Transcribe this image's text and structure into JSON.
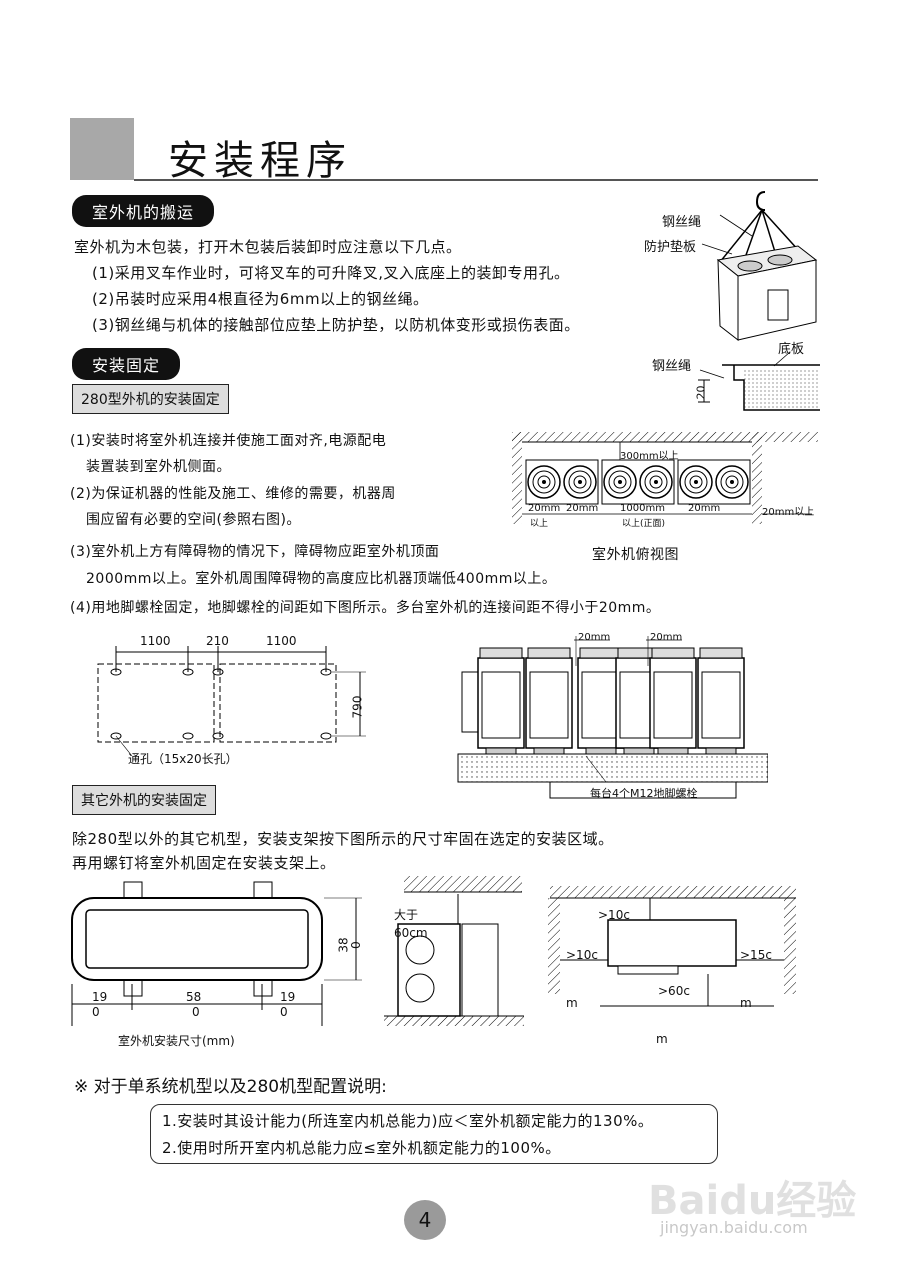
{
  "header": {
    "title": "安装程序"
  },
  "section1": {
    "pill": "室外机的搬运",
    "intro": "室外机为木包装，打开木包装后装卸时应注意以下几点。",
    "items": [
      "(1)采用叉车作业时，可将叉车的可升降叉,叉入底座上的装卸专用孔。",
      "(2)吊装时应采用4根直径为6mm以上的钢丝绳。",
      "(3)钢丝绳与机体的接触部位应垫上防护垫，以防机体变形或损伤表面。"
    ],
    "fig": {
      "label_rope": "钢丝绳",
      "label_pad": "防护垫板",
      "label_rope2": "钢丝绳",
      "label_base": "底板",
      "dim": "20"
    }
  },
  "section2": {
    "pill": "安装固定",
    "sub280": "280型外机的安装固定",
    "items": [
      "(1)安装时将室外机连接并使施工面对齐,电源配电",
      "装置装到室外机侧面。",
      "(2)为保证机器的性能及施工、维修的需要，机器周",
      "围应留有必要的空间(参照右图)。",
      "(3)室外机上方有障碍物的情况下，障碍物应距室外机顶面",
      "2000mm以上。室外机周围障碍物的高度应比机器顶端低400mm以上。",
      "(4)用地脚螺栓固定，地脚螺栓的间距如下图所示。多台室外机的连接间距不得小于20mm。"
    ],
    "topview": {
      "caption": "室外机俯视图",
      "dims": [
        "300mm以上",
        "20mm",
        "以上",
        "20mm",
        "1000mm",
        "以上(正面)",
        "20mm",
        "20mm以上"
      ]
    },
    "bolt": {
      "dims": [
        "1100",
        "210",
        "1100"
      ],
      "height": "790",
      "hole": "通孔（15x20长孔）"
    },
    "units": {
      "gaps": [
        "20mm",
        "20mm"
      ],
      "caption": "每台4个M12地脚螺栓"
    }
  },
  "section3": {
    "sub_other": "其它外机的安装固定",
    "lines": [
      "除280型以外的其它机型，安装支架按下图所示的尺寸牢固在选定的安装区域。",
      "再用螺钉将室外机固定在安装支架上。"
    ],
    "bracket": {
      "h1": "38",
      "h2": "0",
      "w": [
        "19",
        "0",
        "58",
        "0",
        "19",
        "0"
      ],
      "caption": "室外机安装尺寸(mm)"
    },
    "side": {
      "label1": "大于",
      "label2": "60cm"
    },
    "clear": {
      "top": ">10c",
      "left": ">10c",
      "right": ">15c",
      "bottom": ">60c",
      "m1": "m",
      "m2": "m",
      "m3": "m"
    }
  },
  "note": {
    "title": "※ 对于单系统机型以及280机型配置说明:",
    "items": [
      "1.安装时其设计能力(所连室内机总能力)应＜室外机额定能力的130%。",
      "2.使用时所开室内机总能力应≤室外机额定能力的100%。"
    ]
  },
  "footer": {
    "page": "4",
    "watermark1": "Baidu经验",
    "watermark2": "jingyan.baidu.com"
  }
}
